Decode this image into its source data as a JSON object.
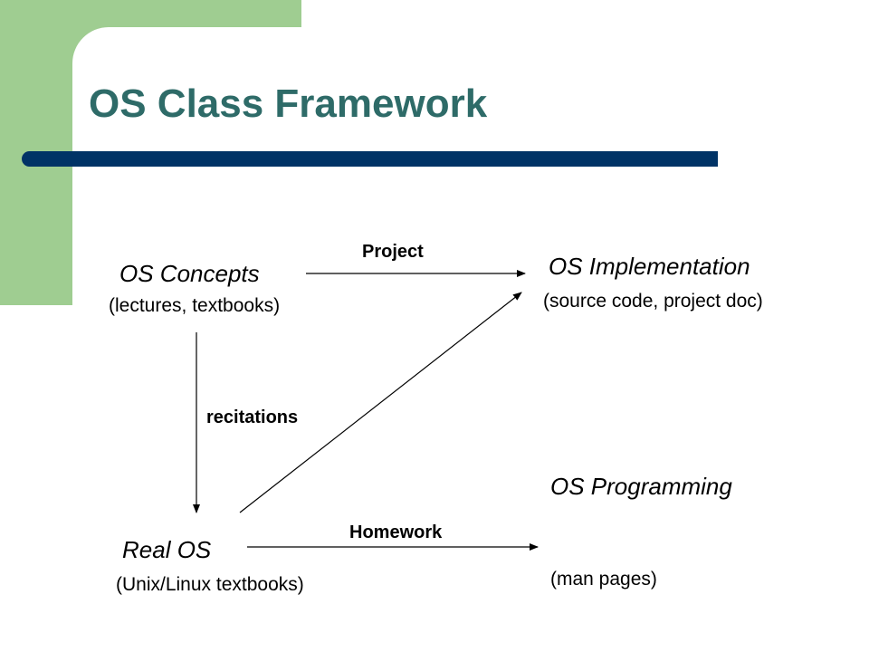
{
  "slide": {
    "title": "OS Class Framework"
  },
  "nodes": {
    "concepts": {
      "title": "OS Concepts",
      "subtitle": "(lectures, textbooks)"
    },
    "implementation": {
      "title": "OS Implementation",
      "subtitle": "(source code, project doc)"
    },
    "programming": {
      "title": "OS Programming",
      "subtitle": "(man pages)"
    },
    "real_os": {
      "title": "Real OS",
      "subtitle": "(Unix/Linux textbooks)"
    }
  },
  "edges": {
    "project": "Project",
    "recitations": "recitations",
    "homework": "Homework"
  },
  "colors": {
    "accent_green": "#9FCD91",
    "title_teal": "#2E6B68",
    "bar_navy": "#003366"
  }
}
